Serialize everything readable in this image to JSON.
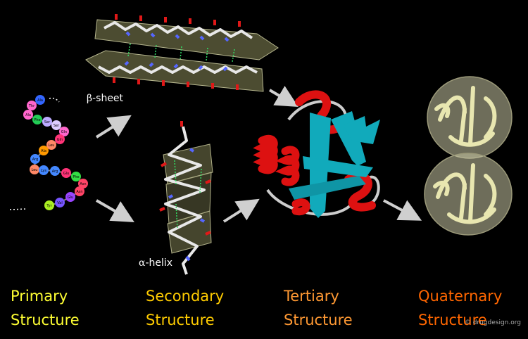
{
  "colors": {
    "primary": "#FFFF33",
    "secondary": "#FFCC00",
    "tertiary": "#FF9933",
    "quaternary": "#FF6600",
    "helix_red": "#DD1111",
    "sheet_cyan": "#11AABB"
  },
  "stages": {
    "primary": {
      "line1": "Primary",
      "line2": "Structure"
    },
    "secondary": {
      "line1": "Secondary",
      "line2": "Structure"
    },
    "tertiary": {
      "line1": "Tertiary",
      "line2": "Structure"
    },
    "quaternary": {
      "line1": "Quaternary",
      "line2": "Structure"
    }
  },
  "beta_sheet": {
    "symbol": "β",
    "text": "-sheet"
  },
  "alpha_helix": {
    "symbol": "α",
    "text": "-helix"
  },
  "credit": "© drugdesign.org",
  "amino_acids": [
    "Ala",
    "Thr",
    "Ala",
    "Phe",
    "Ser",
    "Ser",
    "Gln",
    "Gln",
    "Leu",
    "Ala",
    "Arg",
    "Leu",
    "Lys",
    "Arg",
    "Glu",
    "Phe",
    "Asn",
    "Asn",
    "Glu",
    "Val",
    "Tyr"
  ]
}
